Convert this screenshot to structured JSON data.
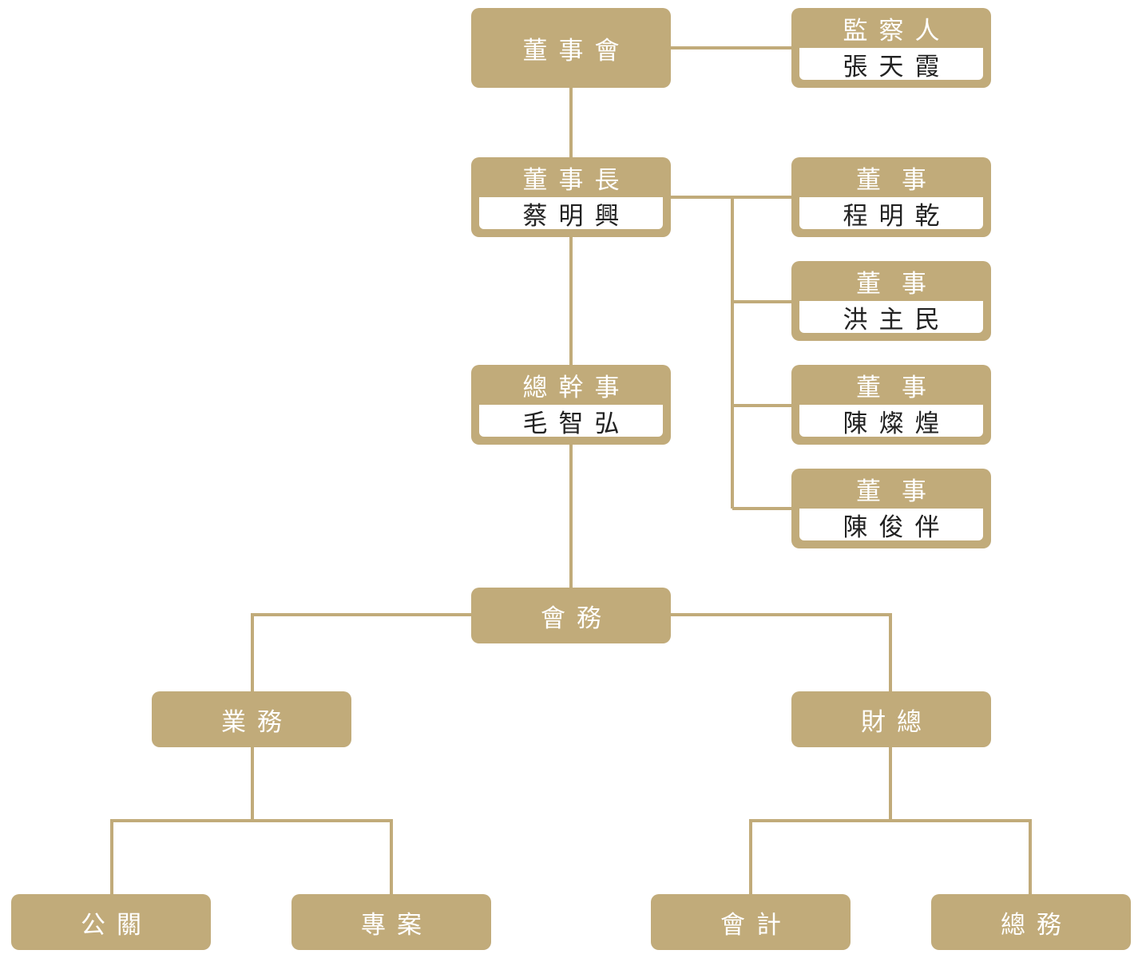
{
  "colors": {
    "accent": "#c1ab7a",
    "name_text": "#222222",
    "title_text": "#ffffff"
  },
  "board": {
    "title": "董事會"
  },
  "supervisor": {
    "title": "監察人",
    "name": "張天霞"
  },
  "chairman": {
    "title": "董事長",
    "name": "蔡明興"
  },
  "directors": [
    {
      "title": "董事",
      "name": "程明乾"
    },
    {
      "title": "董事",
      "name": "洪主民"
    },
    {
      "title": "董事",
      "name": "陳燦煌"
    },
    {
      "title": "董事",
      "name": "陳俊伴"
    }
  ],
  "secretary_general": {
    "title": "總幹事",
    "name": "毛智弘"
  },
  "affairs": {
    "title": "會務"
  },
  "business": {
    "title": "業務"
  },
  "finance": {
    "title": "財總"
  },
  "departments": {
    "public_relations": "公關",
    "projects": "專案",
    "accounting": "會計",
    "general_affairs": "總務"
  }
}
